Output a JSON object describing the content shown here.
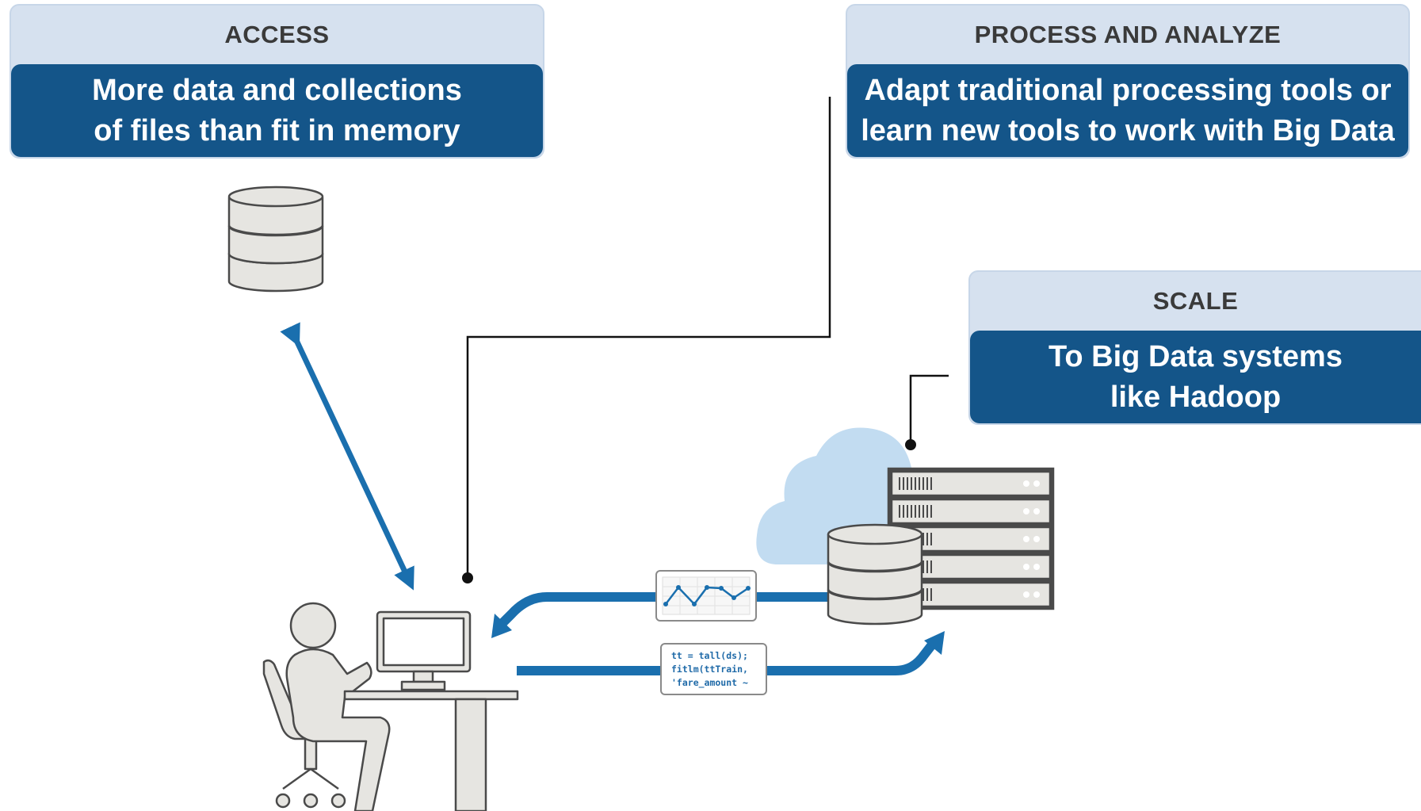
{
  "callouts": {
    "access": {
      "heading": "ACCESS",
      "lines": [
        "More data and collections",
        "of files than fit in memory"
      ]
    },
    "process": {
      "heading": "PROCESS AND ANALYZE",
      "lines": [
        "Adapt traditional processing tools or",
        "learn new tools to work with Big Data"
      ]
    },
    "scale": {
      "heading": "SCALE",
      "lines": [
        "To Big Data systems",
        "like Hadoop"
      ]
    }
  },
  "code_snippet": {
    "lines": [
      "tt = tall(ds);",
      "fitlm(ttTrain,",
      "'fare_amount ~"
    ]
  },
  "colors": {
    "header_bg": "#d6e1ef",
    "body_bg": "#145589",
    "arrow_blue": "#1a6fae",
    "icon_gray": "#e6e5e1",
    "icon_stroke": "#4a4a4a",
    "cloud": "#c2dcf1"
  },
  "icons": [
    "database-icon",
    "person-at-desk-icon",
    "computer-monitor-icon",
    "cloud-icon",
    "server-rack-icon",
    "line-chart-icon"
  ]
}
